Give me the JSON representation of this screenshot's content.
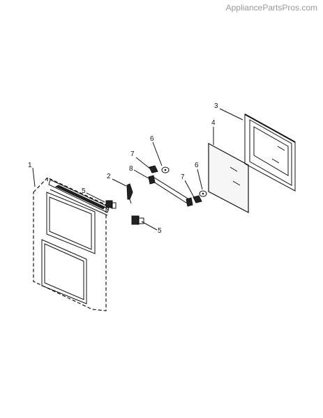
{
  "watermark": "AppliancePartsPros.com",
  "callouts": {
    "c1": "1",
    "c2": "2",
    "c3": "3",
    "c4": "4",
    "c5a": "5",
    "c5b": "5",
    "c6a": "6",
    "c6b": "6",
    "c7a": "7",
    "c7b": "7",
    "c8": "8"
  }
}
